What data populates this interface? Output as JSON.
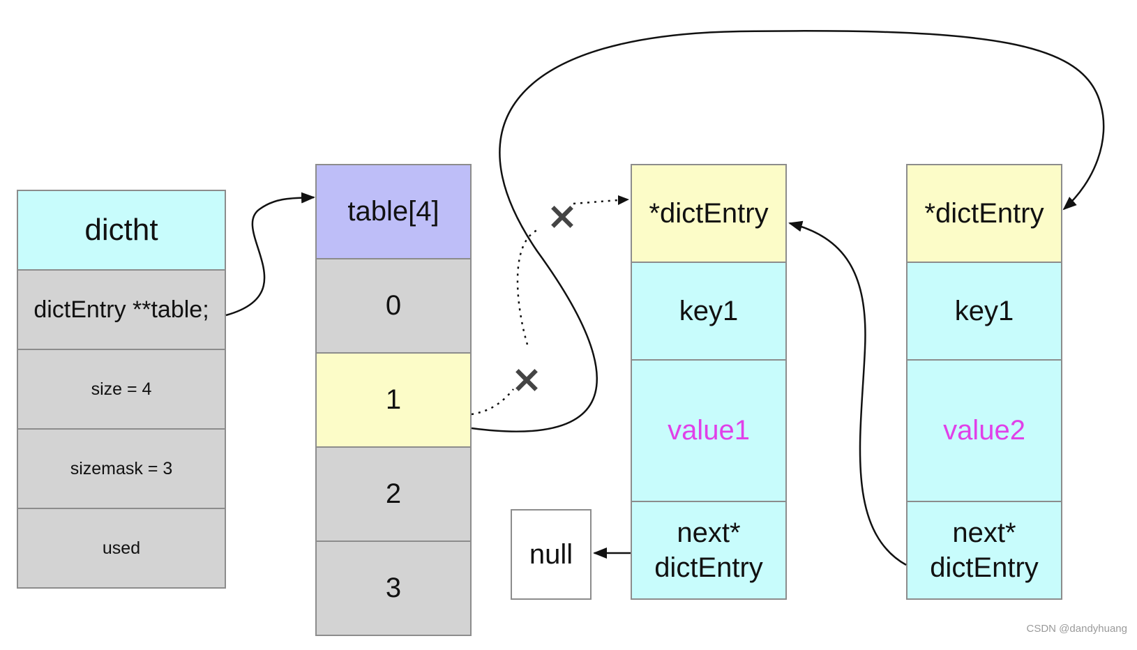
{
  "dictht": {
    "title": "dictht",
    "fields": [
      "dictEntry **table;",
      "size = 4",
      "sizemask = 3",
      "used"
    ]
  },
  "table": {
    "title": "table[4]",
    "slots": [
      "0",
      "1",
      "2",
      "3"
    ],
    "highlighted_slot": "1"
  },
  "entry1": {
    "head": "*dictEntry",
    "key": "key1",
    "value": "value1",
    "next": "next*\ndictEntry"
  },
  "entry2": {
    "head": "*dictEntry",
    "key": "key1",
    "value": "value2",
    "next": "next*\ndictEntry"
  },
  "null_box": "null",
  "removed_marker": "×",
  "watermark": "CSDN @dandyhuang",
  "colors": {
    "header_cyan": "#c8fcfc",
    "field_gray": "#d3d3d3",
    "highlight_yellow": "#fcfcc8",
    "table_header_purple": "#bebef8",
    "value_pink": "#e040e8",
    "border": "#8c8c8c"
  }
}
